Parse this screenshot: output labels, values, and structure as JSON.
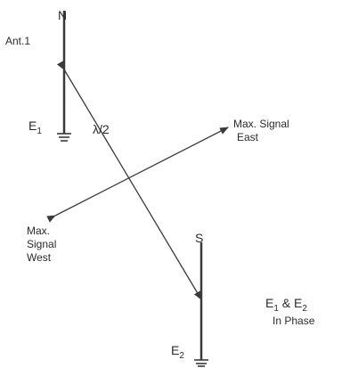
{
  "antenna_1": {
    "name": "Ant.1",
    "top_label": "N",
    "ground_label": {
      "base": "E",
      "sub": "1"
    }
  },
  "antenna_2": {
    "top_label": "S",
    "ground_label": {
      "base": "E",
      "sub": "2"
    }
  },
  "spacing_label": "λ/2",
  "signal_east": {
    "line1": "Max. Signal",
    "line2": "East"
  },
  "signal_west": {
    "line1": "Max.",
    "line2": "Signal",
    "line3": "West"
  },
  "phase_note": {
    "e1_base": "E",
    "e1_sub": "1",
    "amp": " & ",
    "e2_base": "E",
    "e2_sub": "2",
    "line2": "In Phase"
  }
}
